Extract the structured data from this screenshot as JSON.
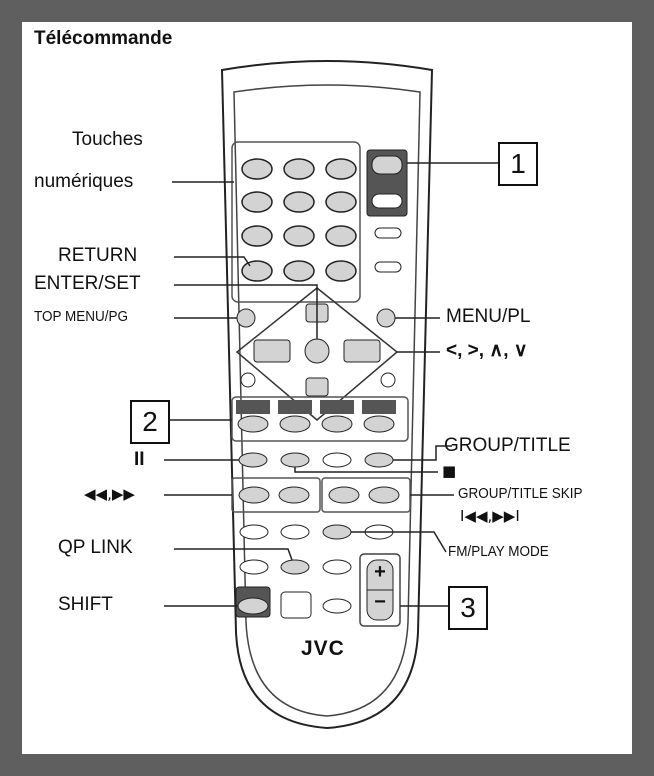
{
  "title": "Télécommande",
  "labels": {
    "numeric_line1": "Touches",
    "numeric_line2": "numériques",
    "return": "RETURN",
    "enter_set": "ENTER/SET",
    "top_menu": "TOP MENU/PG",
    "menu_pl": "MENU/PL",
    "cursor": "<, >, ∧, ∨",
    "pause": "II",
    "rew_ff": "◀◀,▶▶",
    "qp_link": "QP LINK",
    "shift": "SHIFT",
    "group_title": "GROUP/TITLE",
    "stop": "■",
    "group_title_skip": "GROUP/TITLE SKIP",
    "skip_symbols": "I◀◀,▶▶I",
    "fm_play_mode": "FM/PLAY MODE"
  },
  "callouts": [
    "1",
    "2",
    "3"
  ],
  "brand": "JVC",
  "volume": {
    "plus": "+",
    "minus": "−"
  }
}
